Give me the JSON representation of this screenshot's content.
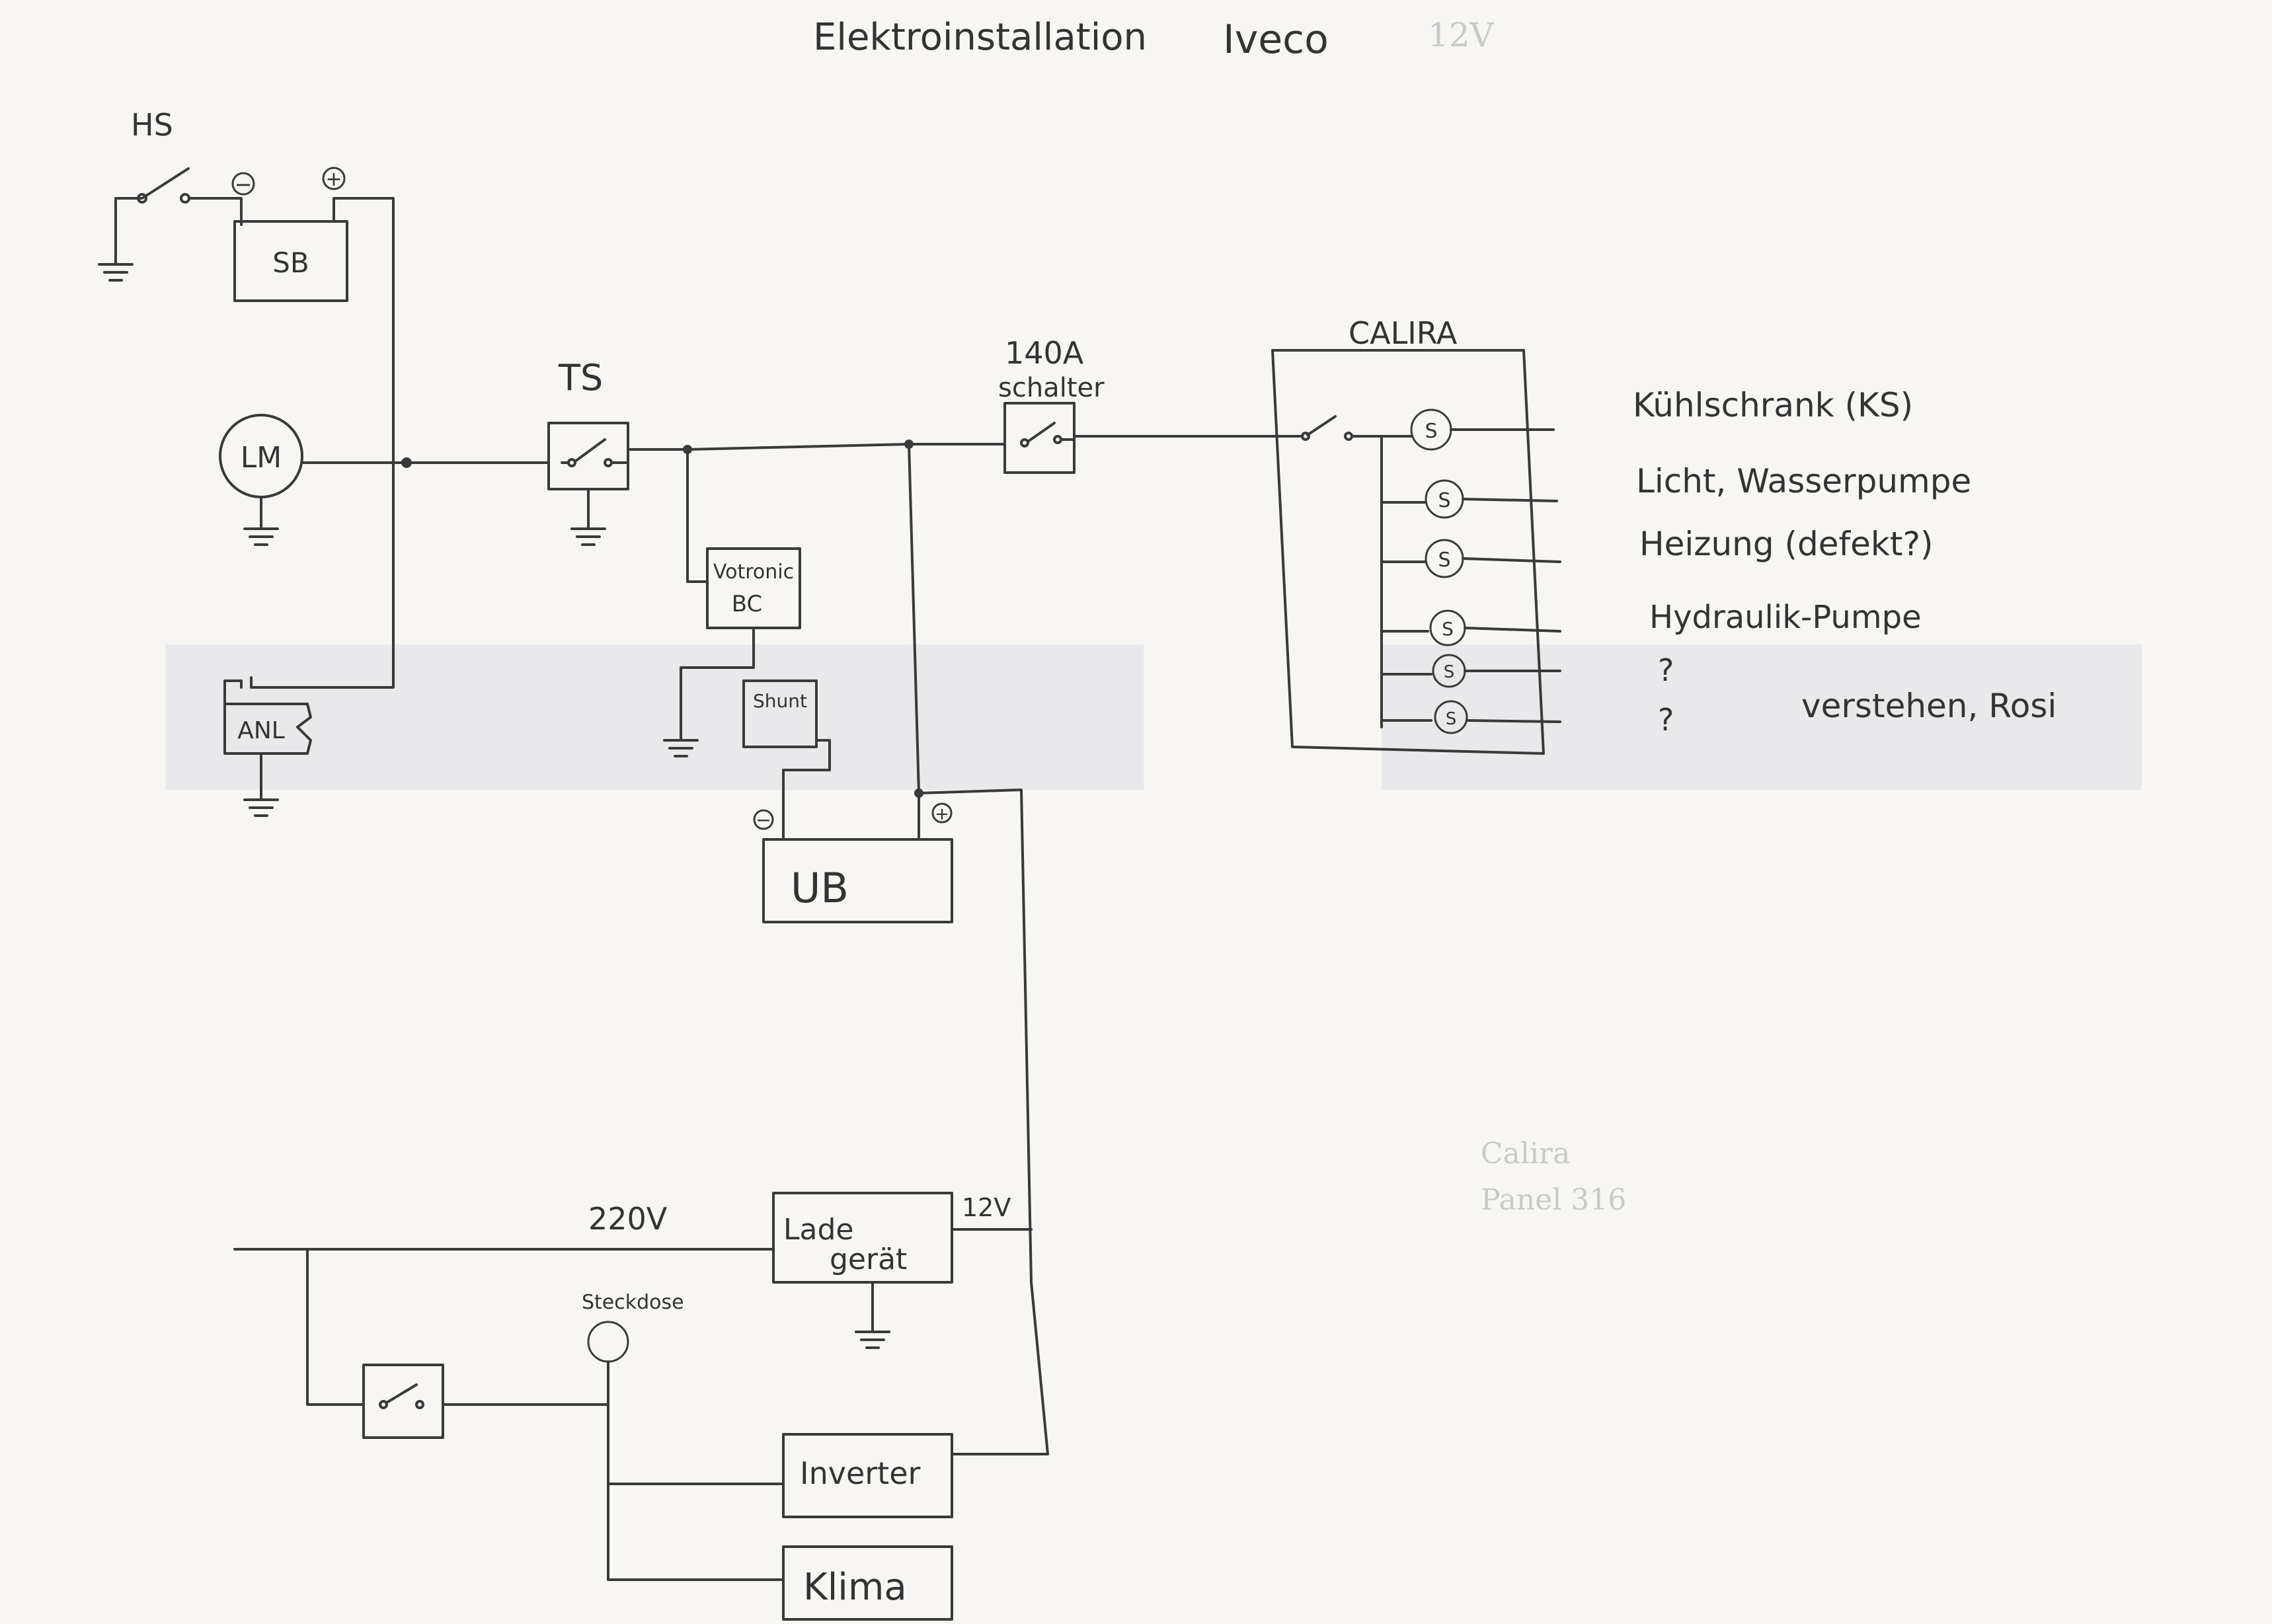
{
  "header": {
    "title": "Elektroinstallation",
    "vehicle": "Iveco",
    "voltage": "12V"
  },
  "components": {
    "hs": "HS",
    "sb": "SB",
    "lm": "LM",
    "anl": "ANL",
    "ts": "TS",
    "switch140_a": "140A",
    "switch140_b": "schalter",
    "votronic_a": "Votronic",
    "votronic_b": "BC",
    "shunt": "Shunt",
    "ub": "UB",
    "calira": "CALIRA",
    "s_symbol": "S",
    "v220": "220V",
    "lade_a": "Lade",
    "lade_b": "gerät",
    "v12": "12V",
    "steckdose": "Steckdose",
    "inverter": "Inverter",
    "klima": "Klima",
    "minus": "−",
    "plus": "+"
  },
  "loads": {
    "kuehlschrank": "Kühlschrank (KS)",
    "licht": "Licht, Wasserpumpe",
    "heizung": "Heizung (defekt?)",
    "hydraulik": "Hydraulik-Pumpe",
    "q1": "?",
    "q2": "?",
    "verstehen": "verstehen, Rosi"
  },
  "faint_notes": {
    "calira_a": "Calira",
    "calira_b": "Panel 316"
  }
}
